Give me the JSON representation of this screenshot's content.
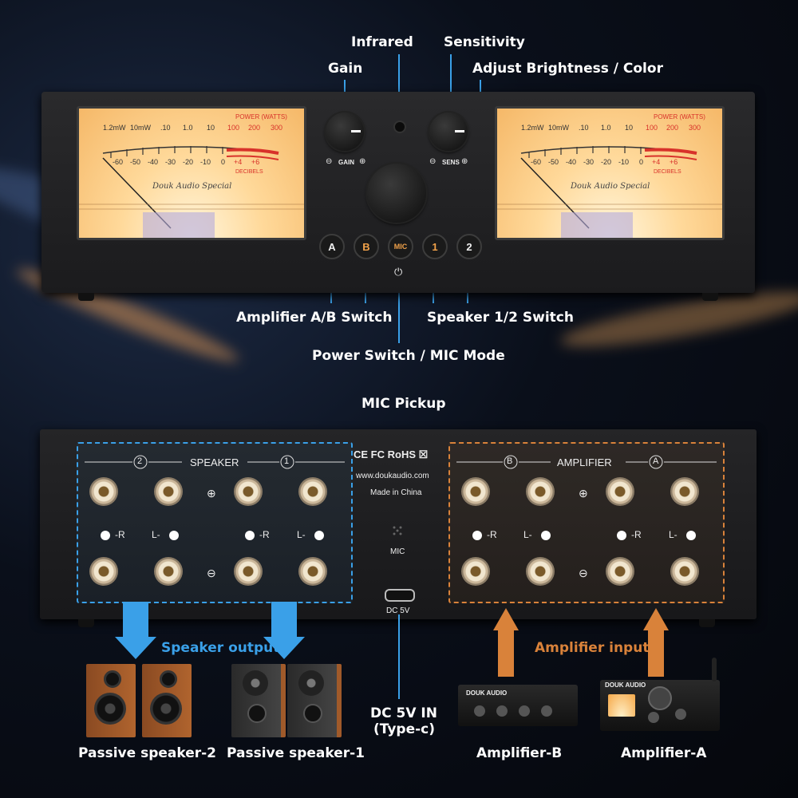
{
  "callouts": {
    "infrared": "Infrared",
    "sensitivity": "Sensitivity",
    "gain": "Gain",
    "brightness": "Adjust Brightness / Color",
    "ab_switch": "Amplifier A/B Switch",
    "speaker_switch": "Speaker 1/2 Switch",
    "power_switch": "Power Switch / MIC Mode",
    "mic_pickup": "MIC Pickup",
    "dc_in": "DC 5V IN",
    "dc_in_type": "(Type-c)"
  },
  "meter": {
    "power_label": "POWER (WATTS)",
    "top_scale": [
      "1.2mW",
      "10mW",
      ".10",
      "1.0",
      "10",
      "100",
      "200",
      "300"
    ],
    "bottom_scale": [
      "-60",
      "-50",
      "-40",
      "-30",
      "-20",
      "-10",
      "0",
      "+4",
      "+6"
    ],
    "decibels": "DECIBELS",
    "brand": "Douk Audio Special"
  },
  "knobs": {
    "gain_label": "GAIN",
    "sens_label": "SENS",
    "minus": "⊖",
    "plus": "⊕"
  },
  "buttons": {
    "a": "A",
    "b": "B",
    "mic": "MIC",
    "one": "1",
    "two": "2",
    "power_symbol": "⏻"
  },
  "rear": {
    "speaker_title": "SPEAKER",
    "speaker_2": "2",
    "speaker_1": "1",
    "amp_title": "AMPLIFIER",
    "amp_b": "B",
    "amp_a": "A",
    "plus": "⊕",
    "minus": "⊖",
    "r": "-R",
    "l": "L-",
    "certs": "CE FC RoHS ☒",
    "website": "www.doukaudio.com",
    "made_in": "Made in China",
    "mic": "MIC",
    "dc": "DC 5V"
  },
  "bottom": {
    "speaker_output": "Speaker output",
    "amplifier_input": "Amplifier input",
    "passive_2": "Passive speaker-2",
    "passive_1": "Passive speaker-1",
    "amp_b": "Amplifier-B",
    "amp_a": "Amplifier-A",
    "douk_text": "DOUK AUDIO"
  },
  "colors": {
    "speaker_blue": "#3aa0e8",
    "amp_orange": "#d9823a",
    "button_orange": "#f2a24a",
    "meter_red": "#d8322a"
  }
}
